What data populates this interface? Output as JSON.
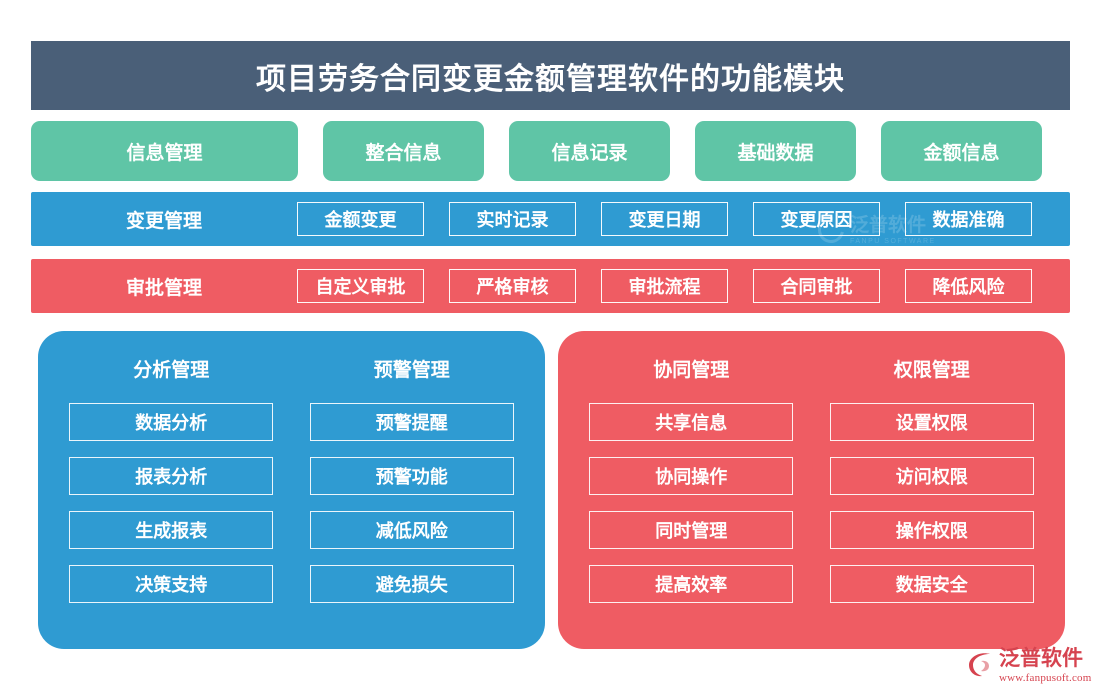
{
  "header": {
    "title": "项目劳务合同变更金额管理软件的功能模块",
    "bg_color": "#4a5f78"
  },
  "colors": {
    "green": "#5fc5a6",
    "blue": "#2f9bd2",
    "red": "#ef5c63",
    "header": "#4a5f78",
    "logo": "#d6434f",
    "page_bg": "#ffffff"
  },
  "green_row": {
    "items": [
      {
        "label": "信息管理",
        "wide": true
      },
      {
        "label": "整合信息",
        "wide": false
      },
      {
        "label": "信息记录",
        "wide": false
      },
      {
        "label": "基础数据",
        "wide": false
      },
      {
        "label": "金额信息",
        "wide": false
      }
    ]
  },
  "bands": [
    {
      "label": "变更管理",
      "color": "#2f9bd2",
      "items": [
        "金额变更",
        "实时记录",
        "变更日期",
        "变更原因",
        "数据准确"
      ]
    },
    {
      "label": "审批管理",
      "color": "#ef5c63",
      "items": [
        "自定义审批",
        "严格审核",
        "审批流程",
        "合同审批",
        "降低风险"
      ]
    }
  ],
  "watermark": {
    "text": "泛普软件",
    "subtext": "FANPU SOFTWARE"
  },
  "panels": [
    {
      "color": "#2f9bd2",
      "columns": [
        {
          "title": "分析管理",
          "items": [
            "数据分析",
            "报表分析",
            "生成报表",
            "决策支持"
          ]
        },
        {
          "title": "预警管理",
          "items": [
            "预警提醒",
            "预警功能",
            "减低风险",
            "避免损失"
          ]
        }
      ]
    },
    {
      "color": "#ef5c63",
      "columns": [
        {
          "title": "协同管理",
          "items": [
            "共享信息",
            "协同操作",
            "同时管理",
            "提高效率"
          ]
        },
        {
          "title": "权限管理",
          "items": [
            "设置权限",
            "访问权限",
            "操作权限",
            "数据安全"
          ]
        }
      ]
    }
  ],
  "logo": {
    "name": "泛普软件",
    "url": "www.fanpusoft.com"
  }
}
